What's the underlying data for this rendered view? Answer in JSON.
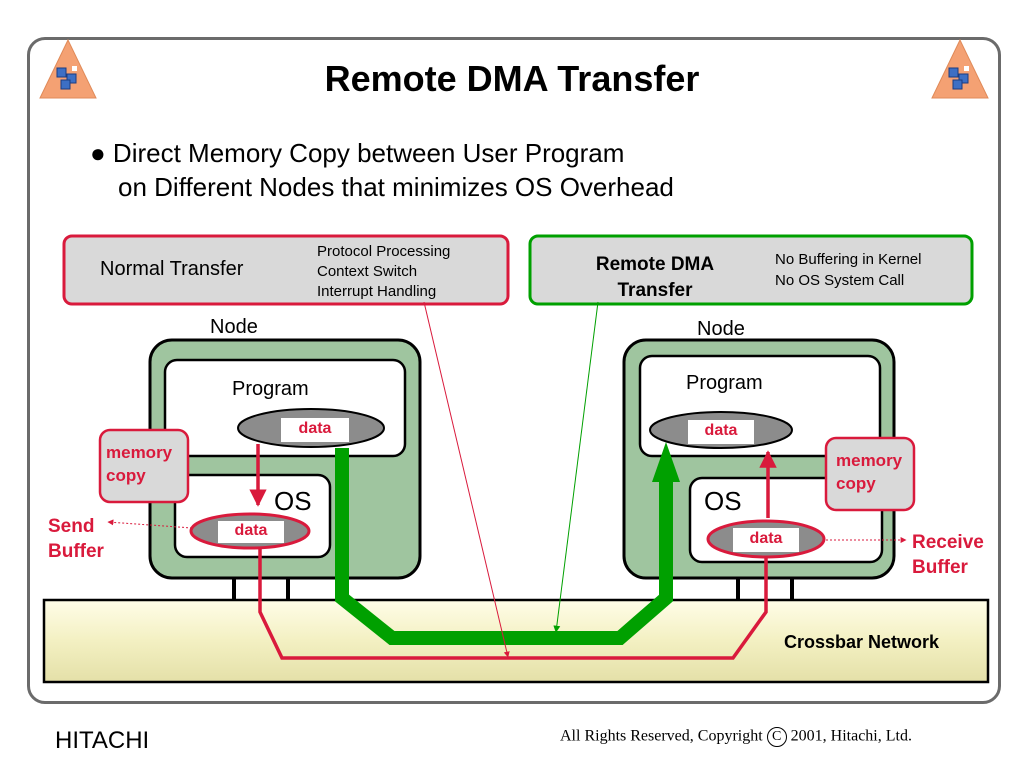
{
  "title": "Remote DMA Transfer",
  "bullet": {
    "line1": "● Direct Memory Copy between User Program",
    "line2": "on Different Nodes  that minimizes OS Overhead"
  },
  "normal_box": {
    "label": "Normal Transfer",
    "items": [
      "Protocol Processing",
      "Context Switch",
      "Interrupt Handling"
    ]
  },
  "rdma_box": {
    "label_line1": "Remote DMA",
    "label_line2": "Transfer",
    "items": [
      "No Buffering in Kernel",
      "No OS System Call"
    ]
  },
  "left_node": {
    "node_label": "Node",
    "program_label": "Program",
    "os_label": "OS",
    "data_program": "data",
    "data_os": "data",
    "memory_copy": [
      "memory",
      "copy"
    ],
    "buffer_label": [
      "Send",
      "Buffer"
    ]
  },
  "right_node": {
    "node_label": "Node",
    "program_label": "Program",
    "os_label": "OS",
    "data_program": "data",
    "data_os": "data",
    "memory_copy": [
      "memory",
      "copy"
    ],
    "buffer_label": [
      "Receive",
      "Buffer"
    ]
  },
  "network_label": "Crossbar Network",
  "footer": {
    "company": "HITACHI",
    "rights_prefix": "All  Rights Reserved, Copyright ",
    "copyright_symbol": "C",
    "rights_suffix": " 2001, Hitachi, Ltd."
  },
  "colors": {
    "red": "#d91a3c",
    "green": "#00a000",
    "node_fill": "#9fc59f",
    "box_fill": "#d9d9d9",
    "network_fill": "#f5f2c8",
    "logo_orange": "#f4a173"
  },
  "icons": [
    "hitachi-logo-icon"
  ]
}
